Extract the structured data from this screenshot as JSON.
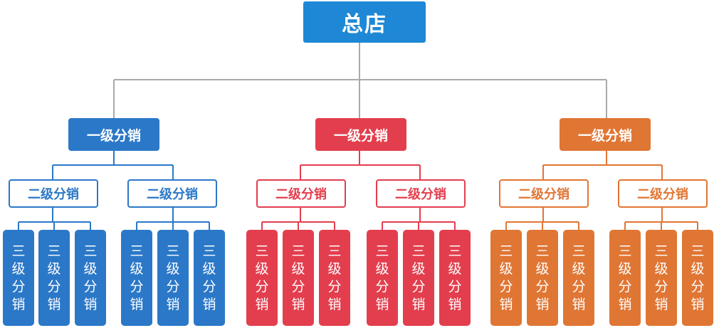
{
  "root": {
    "label": "总店"
  },
  "branches": [
    {
      "level1_label": "一级分销",
      "color": "#2b78c8",
      "level2": [
        {
          "label": "二级分销",
          "level3": [
            "三级分销",
            "三级分销",
            "三级分销"
          ]
        },
        {
          "label": "二级分销",
          "level3": [
            "三级分销",
            "三级分销",
            "三级分销"
          ]
        }
      ]
    },
    {
      "level1_label": "一级分销",
      "color": "#e33e4d",
      "level2": [
        {
          "label": "二级分销",
          "level3": [
            "三级分销",
            "三级分销",
            "三级分销"
          ]
        },
        {
          "label": "二级分销",
          "level3": [
            "三级分销",
            "三级分销",
            "三级分销"
          ]
        }
      ]
    },
    {
      "level1_label": "一级分销",
      "color": "#e07634",
      "level2": [
        {
          "label": "二级分销",
          "level3": [
            "三级分销",
            "三级分销",
            "三级分销"
          ]
        },
        {
          "label": "二级分销",
          "level3": [
            "三级分销",
            "三级分销",
            "三级分销"
          ]
        }
      ]
    }
  ],
  "colors": {
    "root": "#1e88d6",
    "connector_root": "#a9a9a9"
  }
}
